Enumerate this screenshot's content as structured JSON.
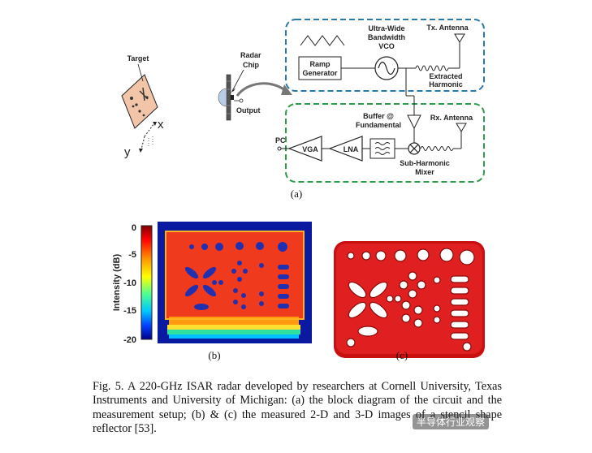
{
  "figure_a": {
    "target_label": "Target",
    "axis_x": "x",
    "axis_y": "y",
    "radar_chip_label": [
      "Radar",
      "Chip"
    ],
    "output_label": "Output",
    "vco_label": [
      "Ultra-Wide",
      "Bandwidth",
      "VCO"
    ],
    "ramp_label": [
      "Ramp",
      "Generator"
    ],
    "tx_antenna": "Tx. Antenna",
    "extracted_harmonic": [
      "Extracted",
      "Harmonic"
    ],
    "buffer_label": [
      "Buffer @",
      "Fundamental"
    ],
    "rx_antenna": "Rx. Antenna",
    "pc_label": "PC",
    "vga_label": "VGA",
    "lna_label": "LNA",
    "mixer_label": [
      "Sub-Harmonic",
      "Mixer"
    ],
    "panel_label": "(a)"
  },
  "colorbar": {
    "title": "Intensity (dB)",
    "ticks": [
      "0",
      "-5",
      "-10",
      "-15",
      "-20"
    ]
  },
  "panel_b_label": "(b)",
  "panel_c_label": "(c)",
  "caption": "Fig. 5.    A 220-GHz ISAR radar developed by researchers at Cornell University, Texas Instruments and University of Michigan: (a) the block diagram of the circuit and the measurement setup; (b) & (c) the measured 2-D and 3-D images of a stencil shape reflector [53].",
  "watermark": "半导体行业观察"
}
